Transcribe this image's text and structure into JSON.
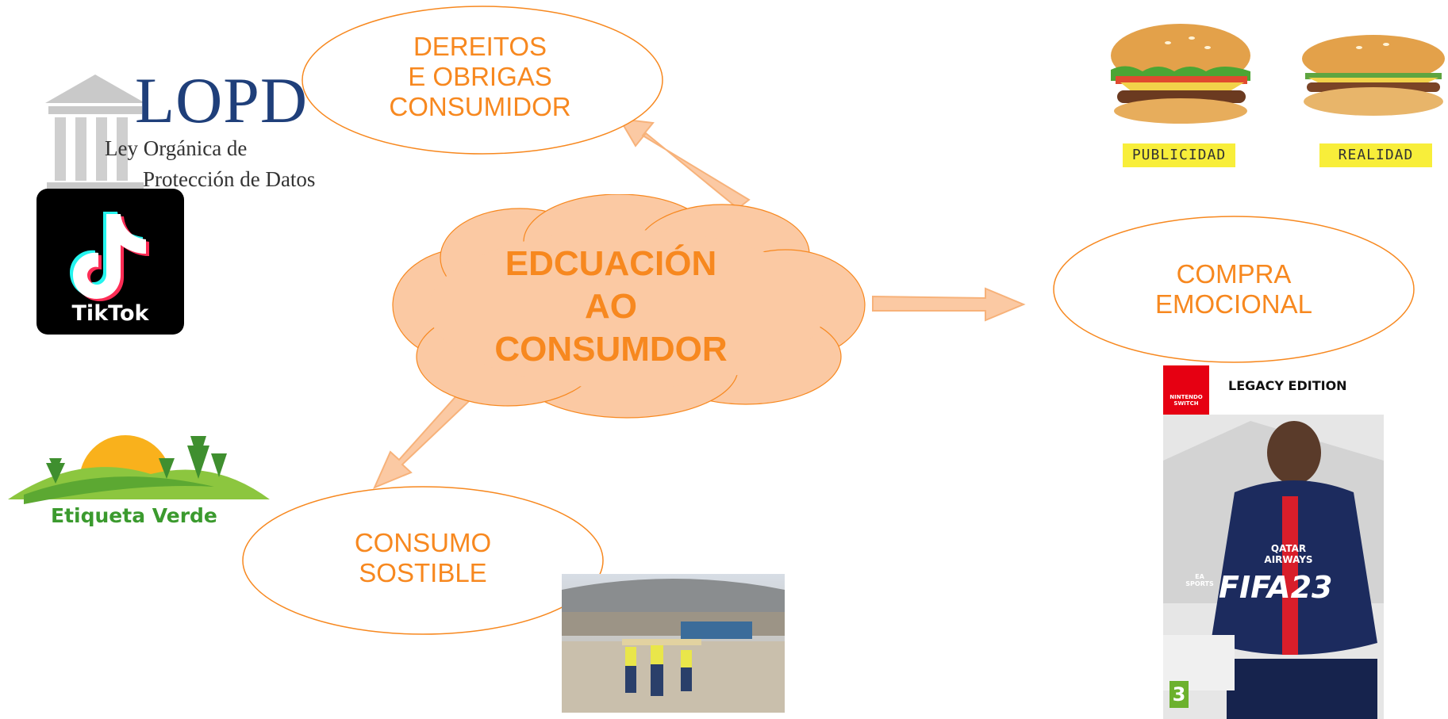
{
  "diagram": {
    "center": {
      "lines": [
        "EDCUACIÓN",
        "AO",
        "CONSUMDOR"
      ]
    },
    "nodes": {
      "rights": {
        "lines": [
          "DEREITOS",
          "E OBRIGAS",
          "CONSUMIDOR"
        ]
      },
      "emotional": {
        "lines": [
          "COMPRA",
          "EMOCIONAL"
        ]
      },
      "sustainable": {
        "lines": [
          "CONSUMO",
          "SOSTIBLE"
        ]
      }
    }
  },
  "lopd": {
    "title": "LOPD",
    "line1": "Ley Orgánica de",
    "line2": "Protección de Datos"
  },
  "tiktok": {
    "label": "TikTok"
  },
  "burgers": {
    "left_label": "PUBLICIDAD",
    "right_label": "REALIDAD"
  },
  "etiqueta_verde": {
    "label": "Etiqueta Verde"
  },
  "game_cover": {
    "platform": "NINTENDO SWITCH",
    "edition": "LEGACY EDITION",
    "title": "FIFA23",
    "brand": "EA SPORTS",
    "sponsor": "QATAR AIRWAYS",
    "rating": "3"
  },
  "colors": {
    "accent": "#f7881f",
    "cloud_fill": "#fbc9a3",
    "arrow_fill": "#fbc9a3"
  }
}
